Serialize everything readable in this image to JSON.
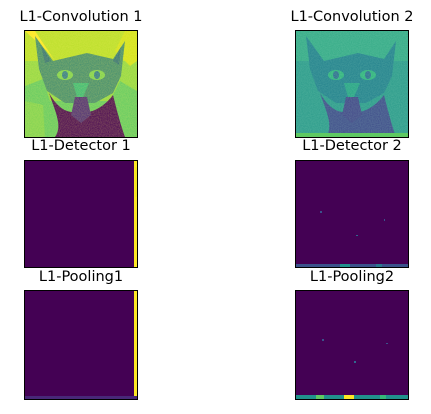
{
  "figure": {
    "panels": [
      {
        "id": "conv1",
        "title": "L1-Convolution 1",
        "content": "cat-feature-map",
        "colormap": "viridis",
        "tone": "bright"
      },
      {
        "id": "conv2",
        "title": "L1-Convolution 2",
        "content": "cat-feature-map",
        "colormap": "viridis",
        "tone": "teal"
      },
      {
        "id": "det1",
        "title": "L1-Detector 1",
        "content": "mostly-zero-activation",
        "edge": "right"
      },
      {
        "id": "det2",
        "title": "L1-Detector 2",
        "content": "sparse-activation",
        "edge": "bottom"
      },
      {
        "id": "pool1",
        "title": "L1-Pooling1",
        "content": "mostly-zero-activation",
        "edge": "right"
      },
      {
        "id": "pool2",
        "title": "L1-Pooling2",
        "content": "sparse-activation",
        "edge": "bottom"
      }
    ]
  },
  "chart_data": {
    "type": "heatmap",
    "grid": "off",
    "axes": "hidden",
    "colormap": [
      "#440154",
      "#3b528b",
      "#21918c",
      "#5ec962",
      "#fde725"
    ],
    "layout": "3 rows x 2 columns",
    "titles": [
      "L1-Convolution 1",
      "L1-Convolution 2",
      "L1-Detector 1",
      "L1-Detector 2",
      "L1-Pooling1",
      "L1-Pooling2"
    ]
  }
}
